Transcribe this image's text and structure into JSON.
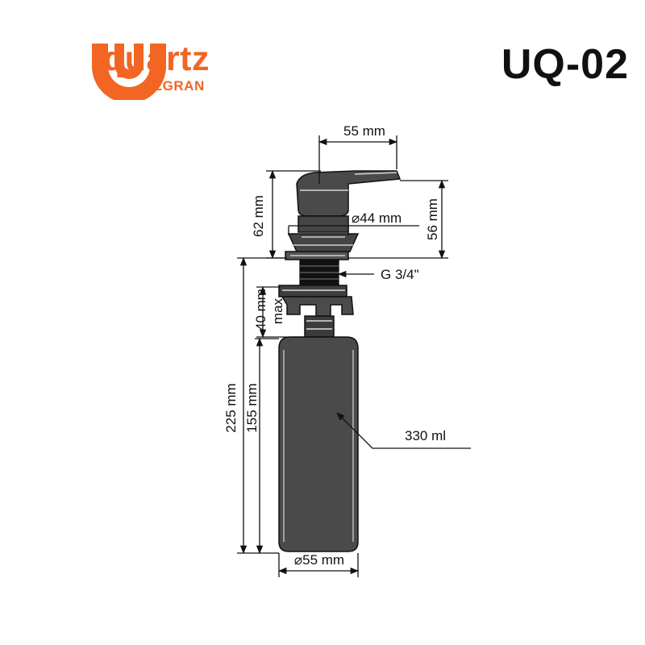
{
  "brand": {
    "name": "quartz",
    "subname": "ULGRAN",
    "logo_color": "#f26522",
    "logo_icon": "ulgran-u-logo-icon"
  },
  "model": "UQ-02",
  "dimensions": {
    "lever_length": "55 mm",
    "total_head_height": "62 mm",
    "spout_height": "56 mm",
    "flange_diameter": "⌀44 mm",
    "thread": "G 3/4\"",
    "max_countertop_thickness": "40 mm",
    "max_label": "max",
    "overall_length": "225 mm",
    "bottle_height": "155 mm",
    "bottle_volume": "330 ml",
    "bottle_diameter": "⌀55 mm"
  }
}
